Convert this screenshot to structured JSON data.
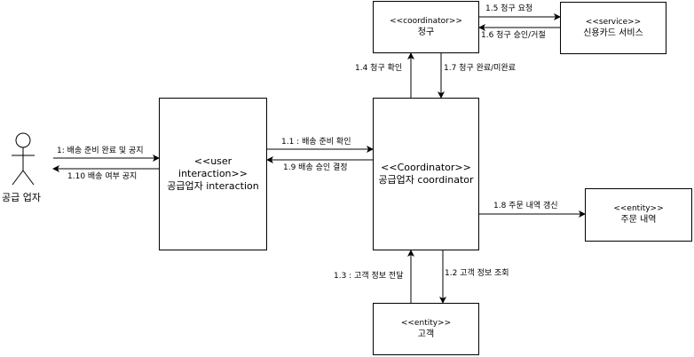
{
  "actor": {
    "name": "공급 업자"
  },
  "boxes": {
    "supplier_interaction": {
      "stereotype": "<<user interaction>>",
      "name": "공급업자 interaction"
    },
    "supplier_coordinator": {
      "stereotype": "<<Coordinator>>",
      "name": "공급업자 coordinator"
    },
    "billing": {
      "stereotype": "<<coordinator>>",
      "name": "청구"
    },
    "card_service": {
      "stereotype": "<<service>>",
      "name": "신용카드 서비스"
    },
    "order_history": {
      "stereotype": "<<entity>>",
      "name": "주문 내역"
    },
    "customer": {
      "stereotype": "<<entity>>",
      "name": "고객"
    }
  },
  "messages": {
    "m1": "1: 배송 준비 완료 및 공지",
    "m1_1": "1.1 : 배송 준비 확인",
    "m1_2": "1.2 고객 정보 조회",
    "m1_3": "1.3 : 고객 정보 전달",
    "m1_4": "1.4 청구 확인",
    "m1_5": "1.5 청구 요청",
    "m1_6": "1.6 청구 승인/거절",
    "m1_7": "1.7 청구 완료/미완료",
    "m1_8": "1.8 주문 내역 갱신",
    "m1_9": "1.9 배송 승인 결정",
    "m1_10": "1.10 배송 여부 공지"
  }
}
